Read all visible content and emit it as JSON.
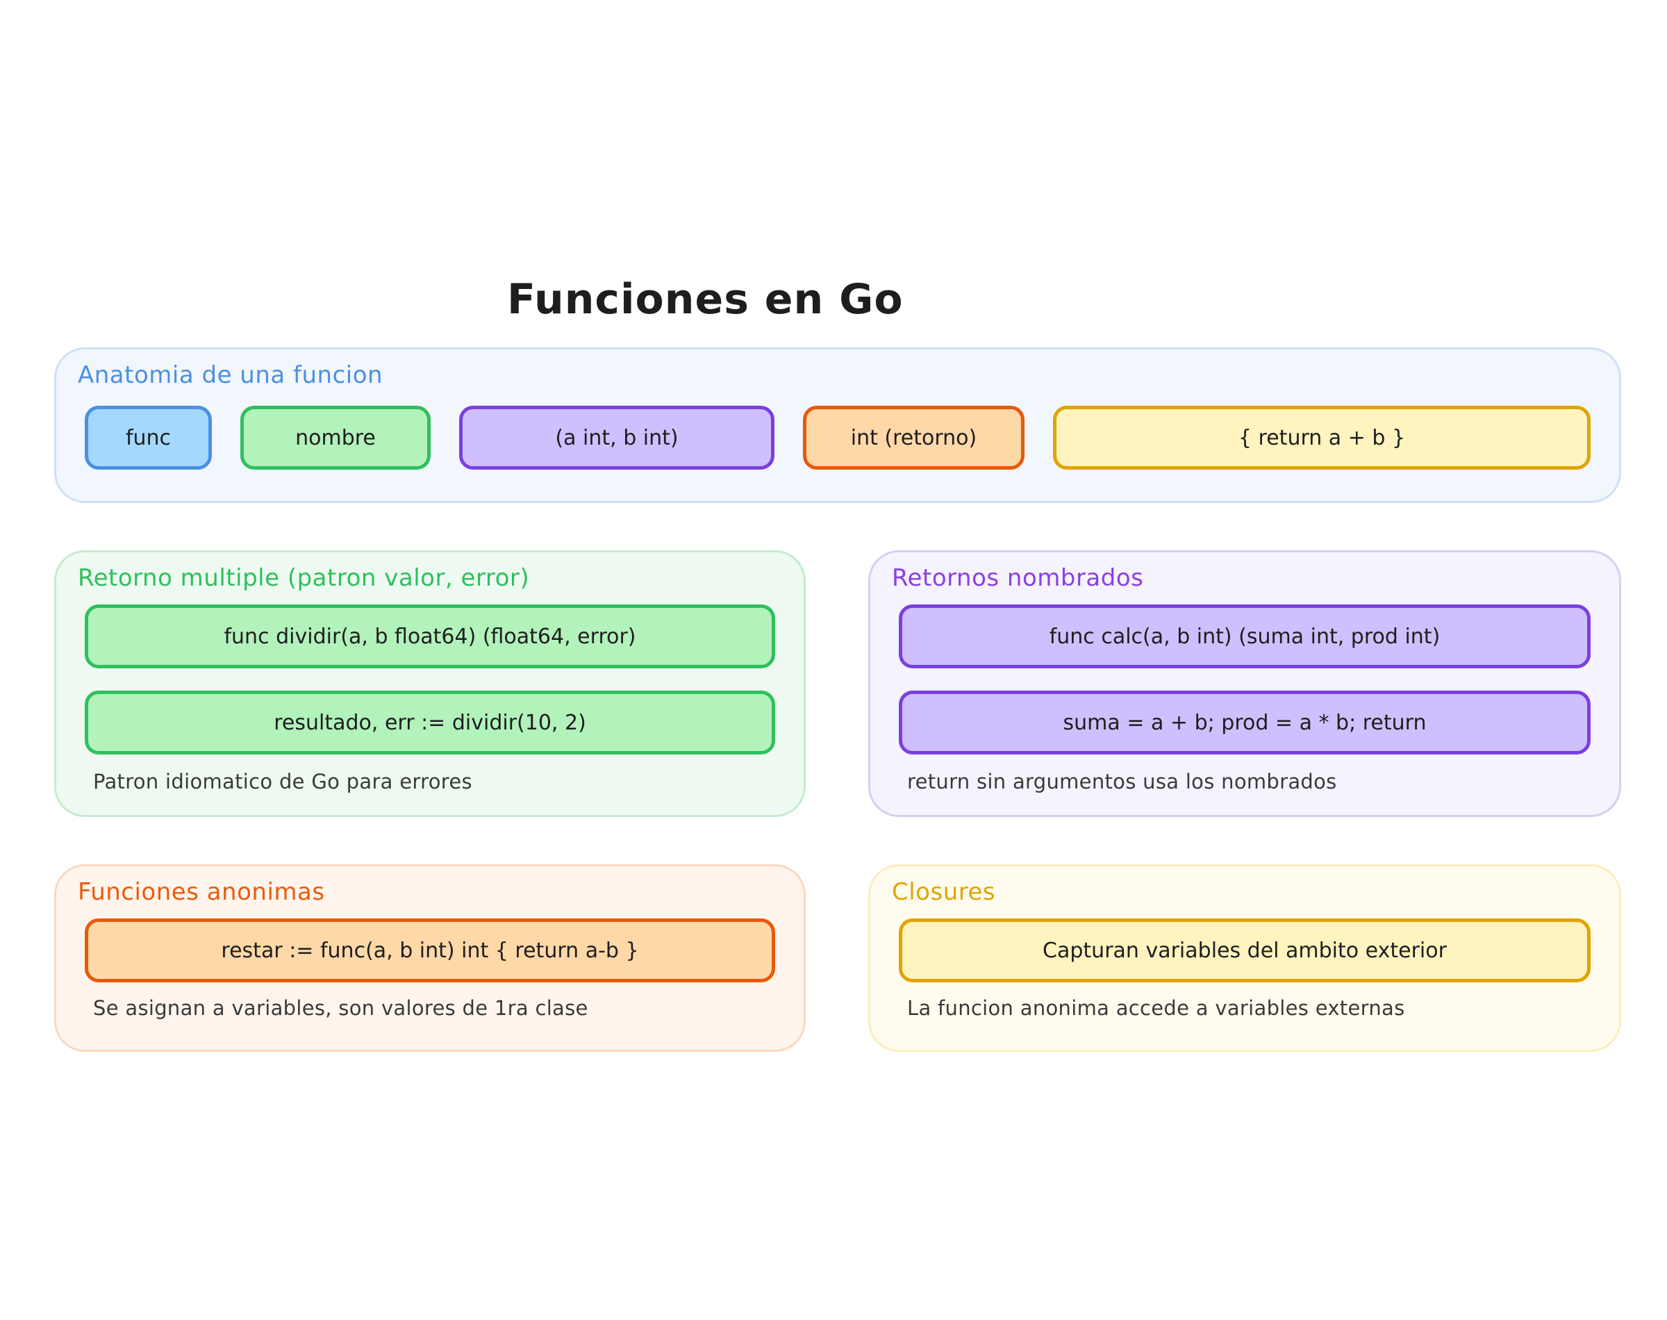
{
  "title": "Funciones en Go",
  "colors": {
    "blue": "#4a90e2",
    "green": "#2fbf5e",
    "purple": "#7b3fe0",
    "orange": "#e8590c",
    "yellow": "#e0a400",
    "arrow": "#1e1e1e"
  },
  "anatomy": {
    "label": "Anatomia de una funcion",
    "steps": [
      "func",
      "nombre",
      "(a int, b int)",
      "int (retorno)",
      "{ return a + b }"
    ]
  },
  "multiple_return": {
    "label": "Retorno multiple (patron valor, error)",
    "lines": [
      "func dividir(a, b float64) (float64, error)",
      "resultado, err := dividir(10, 2)"
    ],
    "note": "Patron idiomatico de Go para errores"
  },
  "named_returns": {
    "label": "Retornos nombrados",
    "lines": [
      "func calc(a, b int) (suma int, prod int)",
      "suma = a + b; prod = a * b; return"
    ],
    "note": "return sin argumentos usa los nombrados"
  },
  "anonymous": {
    "label": "Funciones anonimas",
    "lines": [
      "restar := func(a, b int) int { return a-b }"
    ],
    "note": "Se asignan a variables, son valores de 1ra clase"
  },
  "closures": {
    "label": "Closures",
    "lines": [
      "Capturan variables del ambito exterior"
    ],
    "note": "La funcion anonima accede a variables externas"
  }
}
